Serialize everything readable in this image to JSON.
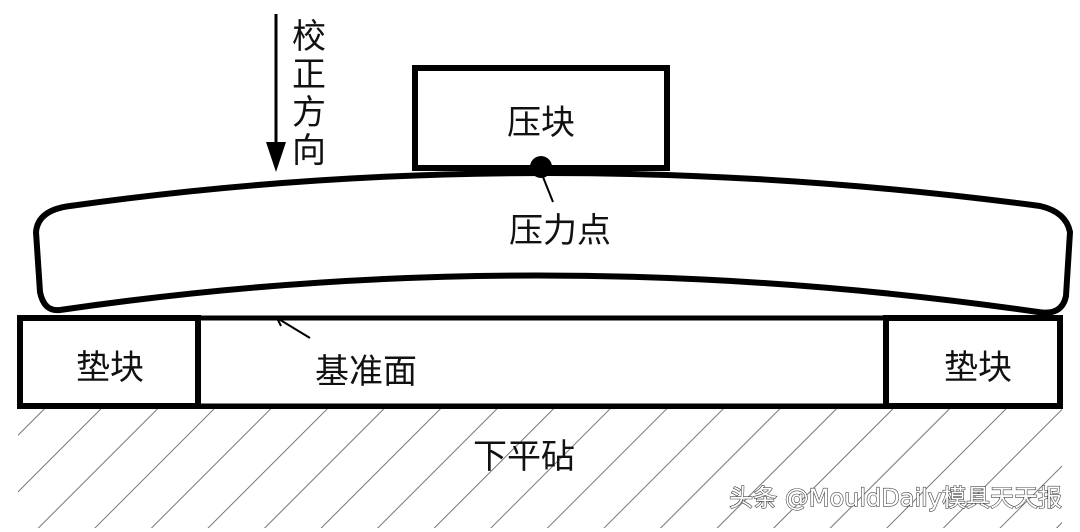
{
  "diagram": {
    "direction_label": [
      "校",
      "正",
      "方",
      "向"
    ],
    "press_block": "压块",
    "pressure_point": "压力点",
    "pad_block_left": "垫块",
    "pad_block_right": "垫块",
    "reference_surface": "基准面",
    "anvil": "下平砧"
  },
  "watermark": "头条 @MouldDaily模具天天报"
}
